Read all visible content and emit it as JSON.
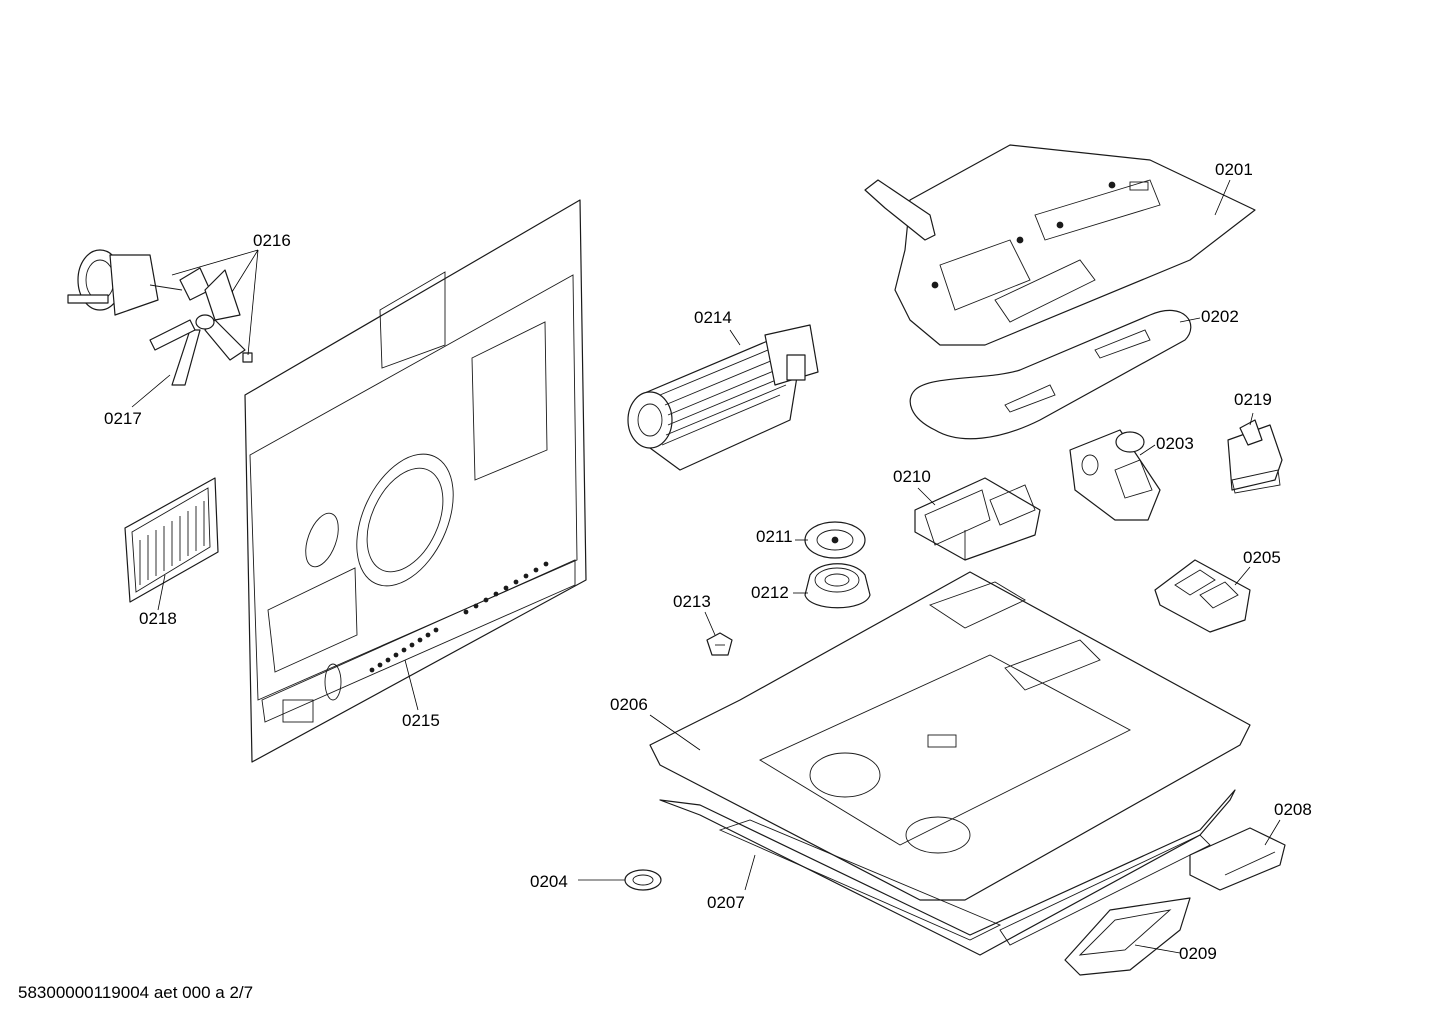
{
  "labels": {
    "p0201": "0201",
    "p0202": "0202",
    "p0203": "0203",
    "p0204": "0204",
    "p0205": "0205",
    "p0206": "0206",
    "p0207": "0207",
    "p0208": "0208",
    "p0209": "0209",
    "p0210": "0210",
    "p0211": "0211",
    "p0212": "0212",
    "p0213": "0213",
    "p0214": "0214",
    "p0215": "0215",
    "p0216": "0216",
    "p0217": "0217",
    "p0218": "0218",
    "p0219": "0219"
  },
  "footer": "58300000119004 aet 000 a 2/7"
}
